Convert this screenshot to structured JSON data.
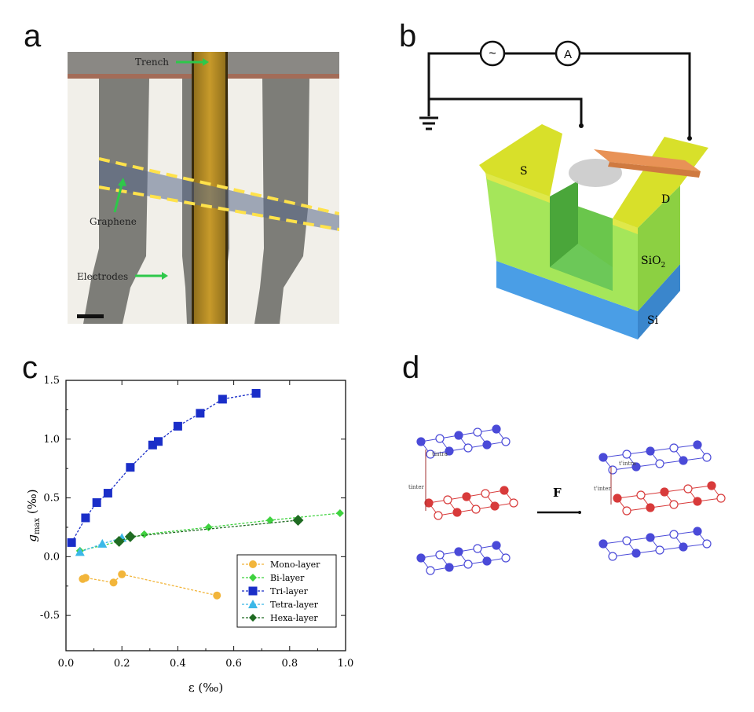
{
  "panels": {
    "a": {
      "letter": "a",
      "labels": {
        "trench": "Trench",
        "graphene": "Graphene",
        "electrodes": "Electrodes"
      }
    },
    "b": {
      "letter": "b",
      "labels": {
        "source": "S",
        "drain": "D",
        "oxide": "SiO",
        "oxide_sub": "2",
        "substrate": "Si",
        "ac_symbol": "~",
        "ammeter": "A"
      }
    },
    "c": {
      "letter": "c"
    },
    "d": {
      "letter": "d",
      "labels": {
        "force": "F",
        "t_intra_label": "tintra",
        "t_inter_label": "tinter",
        "t_intra_label_after": "t'intra",
        "t_inter_label_after": "t'inter"
      }
    }
  },
  "colors": {
    "tri": "#1a2ec8",
    "bi": "#3fd23f",
    "mono": "#f2b53a",
    "tetra": "#3bb8e8",
    "hexa": "#1f6b22",
    "lattice_blue": "#4a4ad8",
    "lattice_red": "#d83a3a"
  },
  "chart_data": {
    "type": "scatter",
    "xlabel": "ε (‰)",
    "ylabel_main": "g",
    "ylabel_sub": "max",
    "ylabel_unit": " (‰)",
    "xlim": [
      0,
      1.0
    ],
    "ylim": [
      -0.8,
      1.5
    ],
    "xticks": [
      "0.0",
      "0.2",
      "0.4",
      "0.6",
      "0.8",
      "1.0"
    ],
    "yticks": [
      "-0.5",
      "0.0",
      "0.5",
      "1.0",
      "1.5"
    ],
    "grid": false,
    "legend_position": "bottom-right",
    "series": [
      {
        "name": "Mono-layer",
        "marker": "circle",
        "color": "#f2b53a",
        "points": [
          [
            0.06,
            -0.19
          ],
          [
            0.07,
            -0.18
          ],
          [
            0.17,
            -0.22
          ],
          [
            0.2,
            -0.15
          ],
          [
            0.54,
            -0.33
          ]
        ]
      },
      {
        "name": "Bi-layer",
        "marker": "diamond",
        "color": "#3fd23f",
        "points": [
          [
            0.05,
            0.05
          ],
          [
            0.19,
            0.13
          ],
          [
            0.28,
            0.19
          ],
          [
            0.51,
            0.25
          ],
          [
            0.73,
            0.31
          ],
          [
            0.98,
            0.37
          ]
        ]
      },
      {
        "name": "Tri-layer",
        "marker": "square",
        "color": "#1a2ec8",
        "points": [
          [
            0.02,
            0.12
          ],
          [
            0.07,
            0.33
          ],
          [
            0.11,
            0.46
          ],
          [
            0.15,
            0.54
          ],
          [
            0.23,
            0.76
          ],
          [
            0.31,
            0.95
          ],
          [
            0.33,
            0.98
          ],
          [
            0.4,
            1.11
          ],
          [
            0.48,
            1.22
          ],
          [
            0.56,
            1.34
          ],
          [
            0.68,
            1.39
          ]
        ]
      },
      {
        "name": "Tetra-layer",
        "marker": "triangle",
        "color": "#3bb8e8",
        "points": [
          [
            0.05,
            0.04
          ],
          [
            0.13,
            0.11
          ],
          [
            0.2,
            0.16
          ]
        ]
      },
      {
        "name": "Hexa-layer",
        "marker": "bigdiamond",
        "color": "#1f6b22",
        "points": [
          [
            0.19,
            0.13
          ],
          [
            0.23,
            0.17
          ],
          [
            0.83,
            0.31
          ]
        ]
      }
    ]
  }
}
